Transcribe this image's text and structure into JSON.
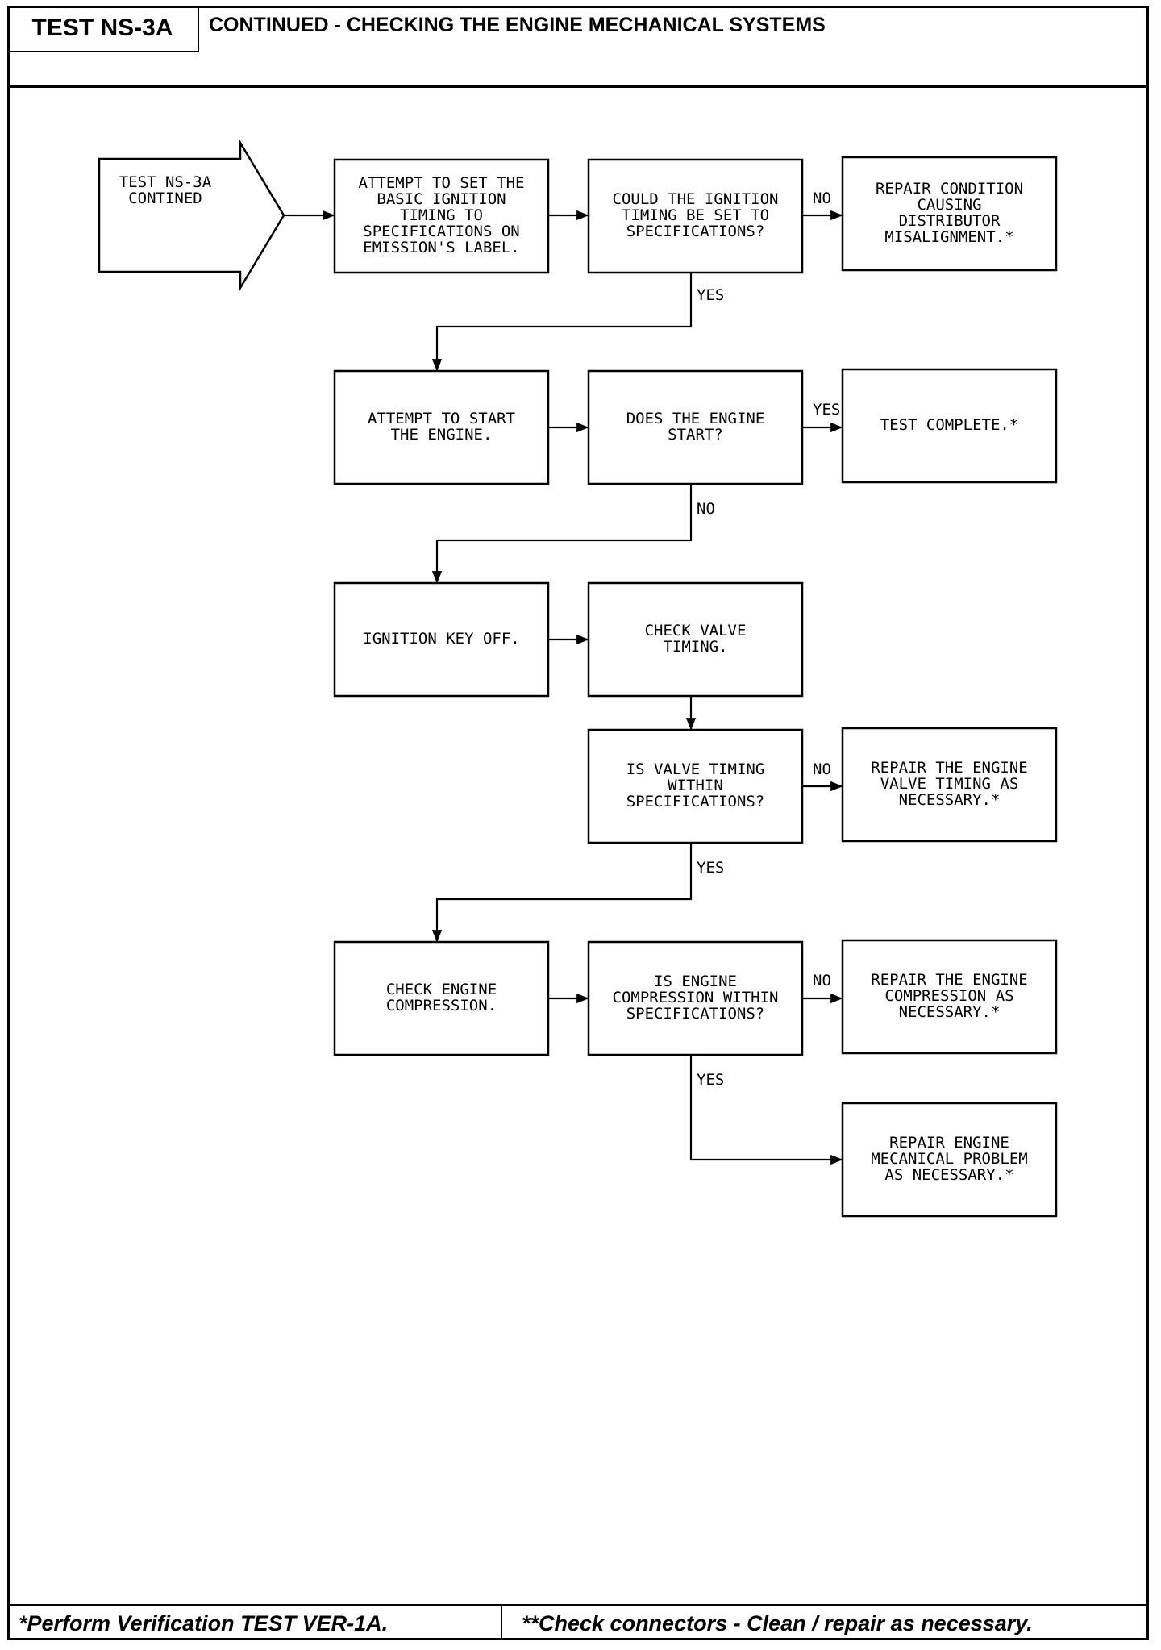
{
  "header": {
    "test_id": "TEST NS-3A",
    "title": "CONTINUED - CHECKING THE ENGINE MECHANICAL SYSTEMS"
  },
  "footer": {
    "left": "*Perform Verification TEST VER-1A.",
    "right": "**Check connectors - Clean / repair as necessary."
  },
  "entry": {
    "lines": [
      "TEST NS-3A",
      "CONTINED"
    ]
  },
  "nodes": [
    {
      "id": "set-timing",
      "lines": [
        "ATTEMPT TO SET THE",
        "BASIC IGNITION",
        "TIMING TO",
        "SPECIFICATIONS ON",
        "EMISSION'S LABEL."
      ]
    },
    {
      "id": "timing-set-q",
      "lines": [
        "COULD THE IGNITION",
        "TIMING BE SET TO",
        "SPECIFICATIONS?"
      ]
    },
    {
      "id": "repair-distributor",
      "lines": [
        "REPAIR CONDITION",
        "CAUSING",
        "DISTRIBUTOR",
        "MISALIGNMENT.*"
      ]
    },
    {
      "id": "start-engine",
      "lines": [
        "ATTEMPT TO START",
        "THE ENGINE."
      ]
    },
    {
      "id": "engine-start-q",
      "lines": [
        "DOES THE ENGINE",
        "START?"
      ]
    },
    {
      "id": "test-complete",
      "lines": [
        "TEST COMPLETE.*"
      ]
    },
    {
      "id": "key-off",
      "lines": [
        "IGNITION KEY OFF."
      ]
    },
    {
      "id": "check-valve",
      "lines": [
        "CHECK VALVE",
        "TIMING."
      ]
    },
    {
      "id": "valve-timing-q",
      "lines": [
        "IS VALVE TIMING",
        "WITHIN",
        "SPECIFICATIONS?"
      ]
    },
    {
      "id": "repair-valve",
      "lines": [
        "REPAIR THE ENGINE",
        "VALVE TIMING AS",
        "NECESSARY.*"
      ]
    },
    {
      "id": "check-compression",
      "lines": [
        "CHECK ENGINE",
        "COMPRESSION."
      ]
    },
    {
      "id": "compression-q",
      "lines": [
        "IS ENGINE",
        "COMPRESSION WITHIN",
        "SPECIFICATIONS?"
      ]
    },
    {
      "id": "repair-compression",
      "lines": [
        "REPAIR THE ENGINE",
        "COMPRESSION AS",
        "NECESSARY.*"
      ]
    },
    {
      "id": "repair-mechanical",
      "lines": [
        "REPAIR ENGINE",
        "MECANICAL PROBLEM",
        "AS NECESSARY.*"
      ]
    }
  ],
  "edges": [
    {
      "from": "entry",
      "to": "set-timing",
      "label": ""
    },
    {
      "from": "set-timing",
      "to": "timing-set-q",
      "label": ""
    },
    {
      "from": "timing-set-q",
      "to": "repair-distributor",
      "label": "NO"
    },
    {
      "from": "timing-set-q",
      "to": "start-engine",
      "label": "YES"
    },
    {
      "from": "start-engine",
      "to": "engine-start-q",
      "label": ""
    },
    {
      "from": "engine-start-q",
      "to": "test-complete",
      "label": "YES"
    },
    {
      "from": "engine-start-q",
      "to": "key-off",
      "label": "NO"
    },
    {
      "from": "key-off",
      "to": "check-valve",
      "label": ""
    },
    {
      "from": "check-valve",
      "to": "valve-timing-q",
      "label": ""
    },
    {
      "from": "valve-timing-q",
      "to": "repair-valve",
      "label": "NO"
    },
    {
      "from": "valve-timing-q",
      "to": "check-compression",
      "label": "YES"
    },
    {
      "from": "check-compression",
      "to": "compression-q",
      "label": ""
    },
    {
      "from": "compression-q",
      "to": "repair-compression",
      "label": "NO"
    },
    {
      "from": "compression-q",
      "to": "repair-mechanical",
      "label": "YES"
    }
  ]
}
